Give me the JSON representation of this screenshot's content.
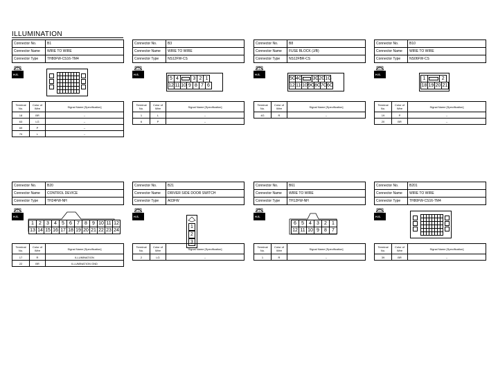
{
  "page": {
    "title": "ILLUMINATION"
  },
  "labels": {
    "connector_no": "Connector No.",
    "connector_name": "Connector Name",
    "connector_type": "Connector Type",
    "terminal_no": "Terminal No.",
    "color_of_wire": "Color of Wire",
    "signal_name": "Signal Name [Specification]",
    "hs": "H.S."
  },
  "connectors": [
    {
      "no": "B1",
      "name": "WIRE TO WIRE",
      "type": "TH80FW-CS16-TM4",
      "pins": [
        {
          "t": "18",
          "c": "BR",
          "s": "–"
        },
        {
          "t": "63",
          "c": "LG",
          "s": "–"
        },
        {
          "t": "69",
          "c": "P",
          "s": "–"
        },
        {
          "t": "70",
          "c": "L",
          "s": "–"
        }
      ]
    },
    {
      "no": "B3",
      "name": "WIRE TO WIRE",
      "type": "NS12FW-CS",
      "row1": [
        "5",
        "4",
        "",
        "3",
        "2",
        "1"
      ],
      "row2": [
        "12",
        "11",
        "10",
        "9",
        "8",
        "7",
        "6"
      ],
      "pins": [
        {
          "t": "1",
          "c": "L",
          "s": "–"
        },
        {
          "t": "6",
          "c": "P",
          "s": "–"
        }
      ]
    },
    {
      "no": "B8",
      "name": "FUSE BLOCK (J/B)",
      "type": "NS12FBR-CS",
      "row1": [
        "5G",
        "4G",
        "",
        "3G",
        "2G",
        "1G"
      ],
      "row2": [
        "12G",
        "11G",
        "10G",
        "9G",
        "8G",
        "7G",
        "6G"
      ],
      "pins": [
        {
          "t": "4G",
          "c": "R",
          "s": "–"
        }
      ]
    },
    {
      "no": "B10",
      "name": "WIRE TO WIRE",
      "type": "NS06FW-CS",
      "row1": [
        "1",
        "",
        "2"
      ],
      "row2": [
        "18",
        "19",
        "20",
        "21"
      ],
      "pins": [
        {
          "t": "19",
          "c": "P",
          "s": "–"
        },
        {
          "t": "20",
          "c": "BR",
          "s": "–"
        }
      ]
    },
    {
      "no": "B20",
      "name": "CONTROL DEVICE",
      "type": "TH24FW-NH",
      "row1": [
        "1",
        "2",
        "3",
        "4",
        "5",
        "6",
        "7",
        "8",
        "9",
        "10",
        "11",
        "12"
      ],
      "row2": [
        "13",
        "14",
        "15",
        "16",
        "17",
        "18",
        "19",
        "20",
        "21",
        "22",
        "23",
        "24"
      ],
      "pins": [
        {
          "t": "17",
          "c": "R",
          "s": "ILLUMINATION"
        },
        {
          "t": "22",
          "c": "BR",
          "s": "ILLUMINATION GND"
        }
      ]
    },
    {
      "no": "B21",
      "name": "DRIVER SIDE DOOR SWITCH",
      "type": "A03FW",
      "col": [
        "1",
        "2",
        "3"
      ],
      "pins": [
        {
          "t": "2",
          "c": "LG",
          "s": "–"
        }
      ]
    },
    {
      "no": "B61",
      "name": "WIRE TO WIRE",
      "type": "TH12FW-NH",
      "row1": [
        "6",
        "5",
        "4",
        "3",
        "2",
        "1"
      ],
      "row2": [
        "12",
        "11",
        "10",
        "9",
        "8",
        "7"
      ],
      "pins": [
        {
          "t": "1",
          "c": "R",
          "s": "–"
        }
      ]
    },
    {
      "no": "B201",
      "name": "WIRE TO WIRE",
      "type": "TH80FW-CS16-TM4",
      "pins": [
        {
          "t": "39",
          "c": "BR",
          "s": "–"
        }
      ]
    }
  ]
}
